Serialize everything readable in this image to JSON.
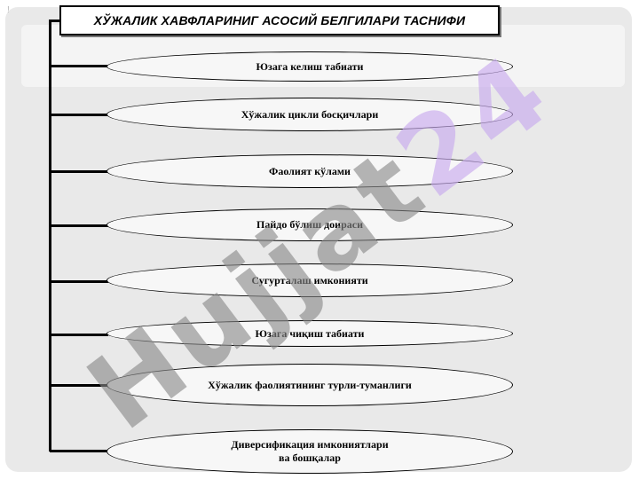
{
  "corner_mark": "!",
  "title": "ХЎЖАЛИК ХАВФЛАРИНИГ АСОСИЙ БЕЛГИЛАРИ ТАСНИФИ",
  "items": [
    {
      "label": "Юзага келиш табиати",
      "label2": ""
    },
    {
      "label": "Хўжалик цикли босқичлари",
      "label2": ""
    },
    {
      "label": "Фаолият кўлами",
      "label2": ""
    },
    {
      "label": "Пайдо бўлиш доираси",
      "label2": ""
    },
    {
      "label": "Сугурталаш имконияти",
      "label2": ""
    },
    {
      "label": "Юзага чиқиш табиати",
      "label2": ""
    },
    {
      "label": "Хўжалик фаолиятининг турли-туманлиги",
      "label2": ""
    },
    {
      "label": "Диверсификация имкониятлари",
      "label2": "ва бошқалар"
    }
  ],
  "watermark": {
    "part1": "Hujjat",
    "part2": "24",
    "color1": "#8a8a8a",
    "color2": "#c7a8ee"
  }
}
